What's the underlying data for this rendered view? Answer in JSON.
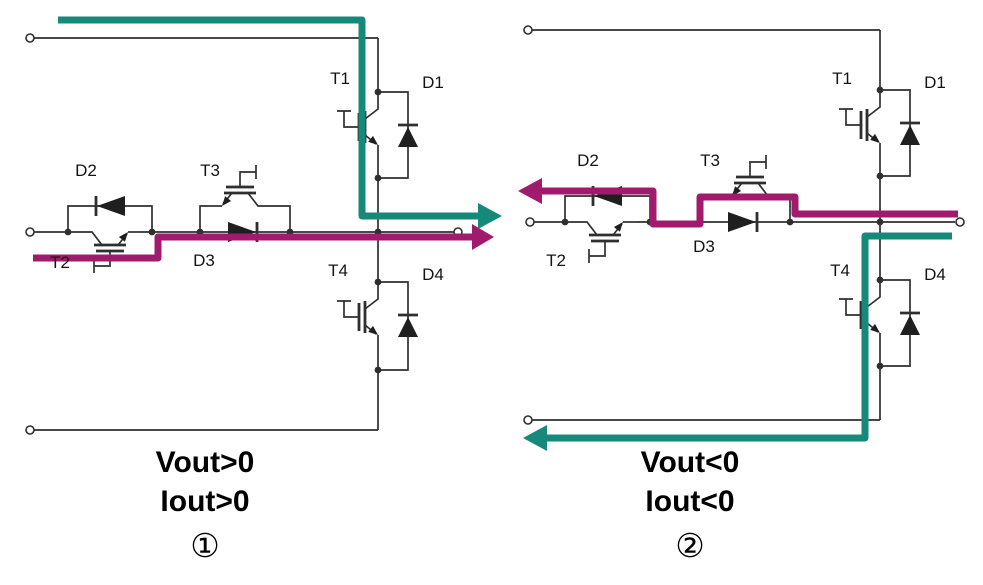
{
  "colors": {
    "flow_teal": "#17897b",
    "flow_magenta": "#a01b6d",
    "wire": "#2f2f2f"
  },
  "left_circuit": {
    "labels": {
      "t1": "T1",
      "d1": "D1",
      "d2": "D2",
      "t3": "T3",
      "t2": "T2",
      "d3": "D3",
      "t4": "T4",
      "d4": "D4"
    },
    "caption": {
      "vout": "Vout>0",
      "iout": "Iout>0",
      "number": "①"
    }
  },
  "right_circuit": {
    "labels": {
      "t1": "T1",
      "d1": "D1",
      "d2": "D2",
      "t3": "T3",
      "t2": "T2",
      "d3": "D3",
      "t4": "T4",
      "d4": "D4"
    },
    "caption": {
      "vout": "Vout<0",
      "iout": "Iout<0",
      "number": "②"
    }
  }
}
